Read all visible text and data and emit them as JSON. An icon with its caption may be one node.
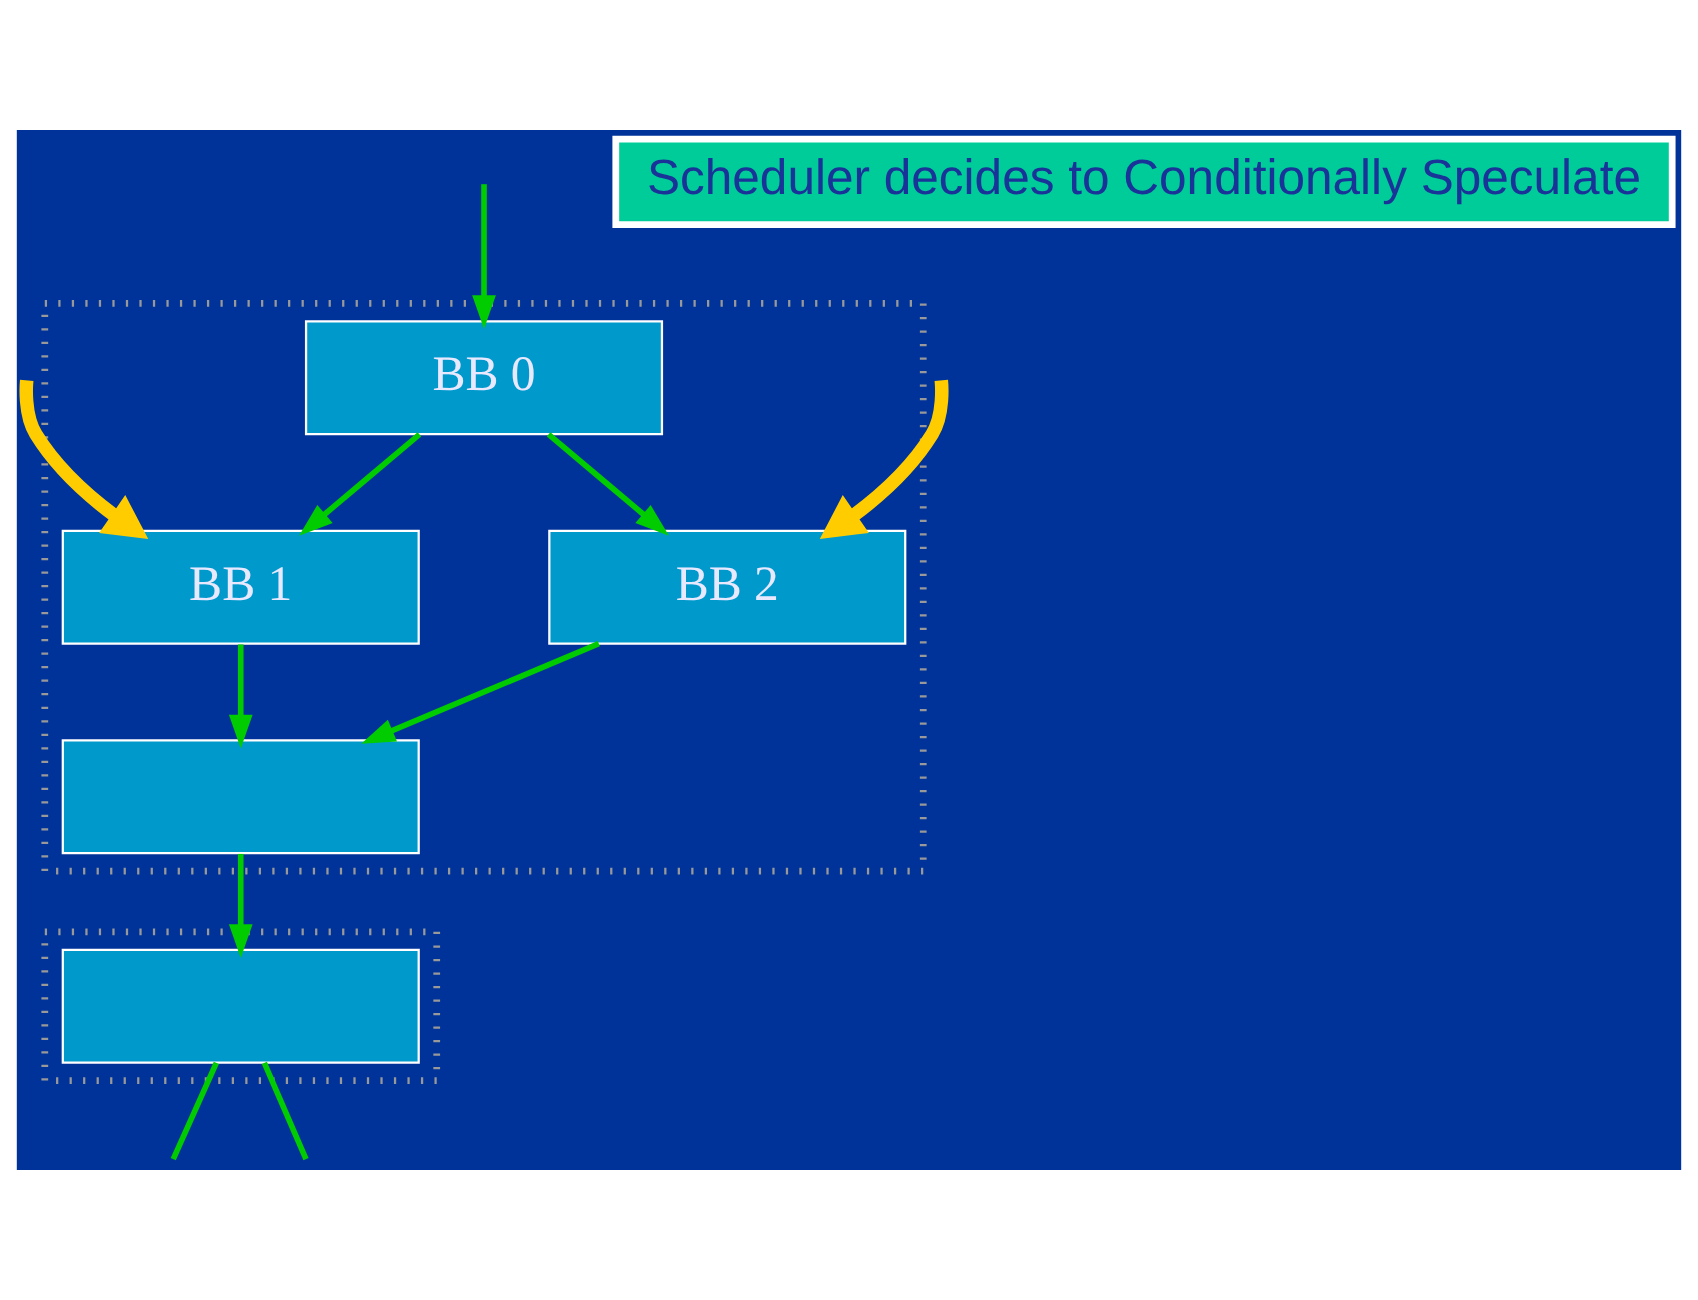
{
  "diagram": {
    "nodes": [
      {
        "text": [],
        "shape": "box"
      },
      {
        "text": [
          "BB 0"
        ],
        "in": 0
      },
      {
        "text": [
          "BB 1"
        ],
        "in": 0
      },
      {
        "text": [
          "BB 2"
        ],
        "in": 0
      },
      {
        "text": [],
        "shape": "box",
        "in": 0
      },
      {
        "text": [],
        "shape": "box"
      },
      {
        "text": [],
        "shape": "box",
        "in": 5
      },
      {
        "text": [
          "Scheduler decides to Conditionally Speculate"
        ]
      }
    ],
    "edges": [
      {
        "from": null,
        "to": 1,
        "arrow": "to"
      },
      {
        "from": 1,
        "to": 2,
        "arrow": "to"
      },
      {
        "from": 1,
        "to": 3,
        "arrow": "to"
      },
      {
        "from": 2,
        "to": 4,
        "arrow": "to"
      },
      {
        "from": 3,
        "to": 4,
        "arrow": "to"
      },
      {
        "from": 4,
        "to": 6,
        "arrow": "to"
      },
      {
        "from": 6,
        "to": null,
        "arrow": "none"
      },
      {
        "from": 6,
        "to": null,
        "arrow": "none"
      },
      {
        "from": null,
        "to": 2,
        "arrow": "to",
        "style": "thick",
        "color": "#ffcc00"
      },
      {
        "from": null,
        "to": 3,
        "arrow": "to",
        "style": "thick",
        "color": "#ffcc00"
      }
    ]
  }
}
